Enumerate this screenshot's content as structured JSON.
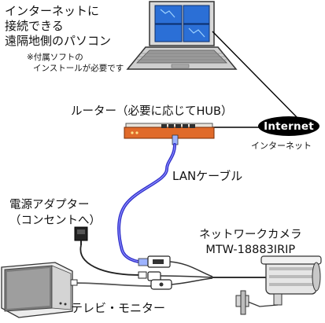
{
  "pc": {
    "label_lines": [
      "インターネットに",
      "接続できる",
      "遠隔地側のパソコン"
    ],
    "note_lines": [
      "※付属ソフトの",
      "インストールが必要です"
    ]
  },
  "router": {
    "label": "ルーター（必要に応じてHUB）"
  },
  "internet": {
    "badge": "Internet",
    "caption": "インターネット"
  },
  "lan_cable": {
    "label": "LANケーブル"
  },
  "power_adapter": {
    "label_lines": [
      "電源アダプター",
      "（コンセントへ）"
    ]
  },
  "camera": {
    "label_lines": [
      "ネットワークカメラ",
      "MTW-18883IRIP"
    ]
  },
  "monitor": {
    "label": "テレビ・モニター"
  },
  "colors": {
    "router_body": "#e8e3da",
    "router_accent": "#e06a2a",
    "lan_cable": "#3333cc",
    "screen_blue": "#2b6fd6",
    "internet_badge": "#000000"
  }
}
